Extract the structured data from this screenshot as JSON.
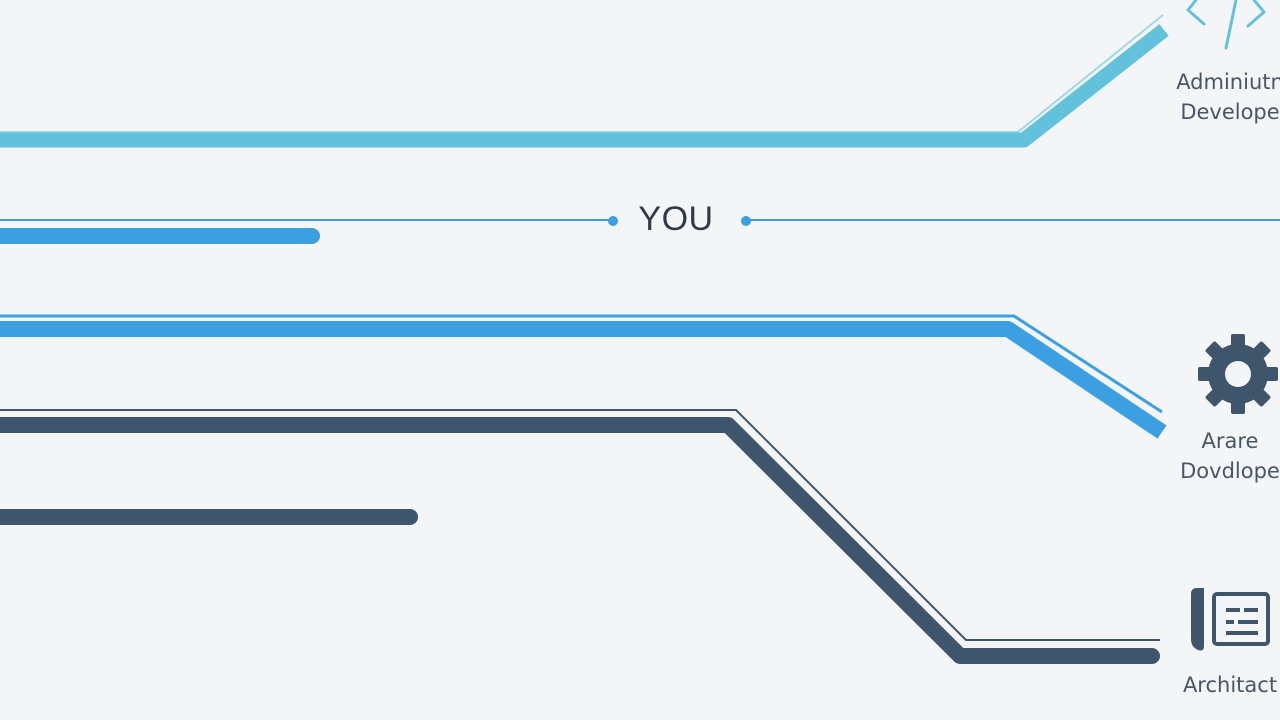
{
  "center": {
    "label": "YOU"
  },
  "roles": [
    {
      "icon": "code-brackets-icon",
      "lines": [
        "Adminiutn",
        "Develope"
      ]
    },
    {
      "icon": "gear-icon",
      "lines": [
        "Arare",
        "Dovdlope"
      ]
    },
    {
      "icon": "blueprint-document-icon",
      "lines": [
        "Architact"
      ]
    }
  ],
  "colors": {
    "background": "#f3f5f7",
    "teal": "#62c2dc",
    "blue": "#3c9fe2",
    "navy": "#3f556b"
  }
}
